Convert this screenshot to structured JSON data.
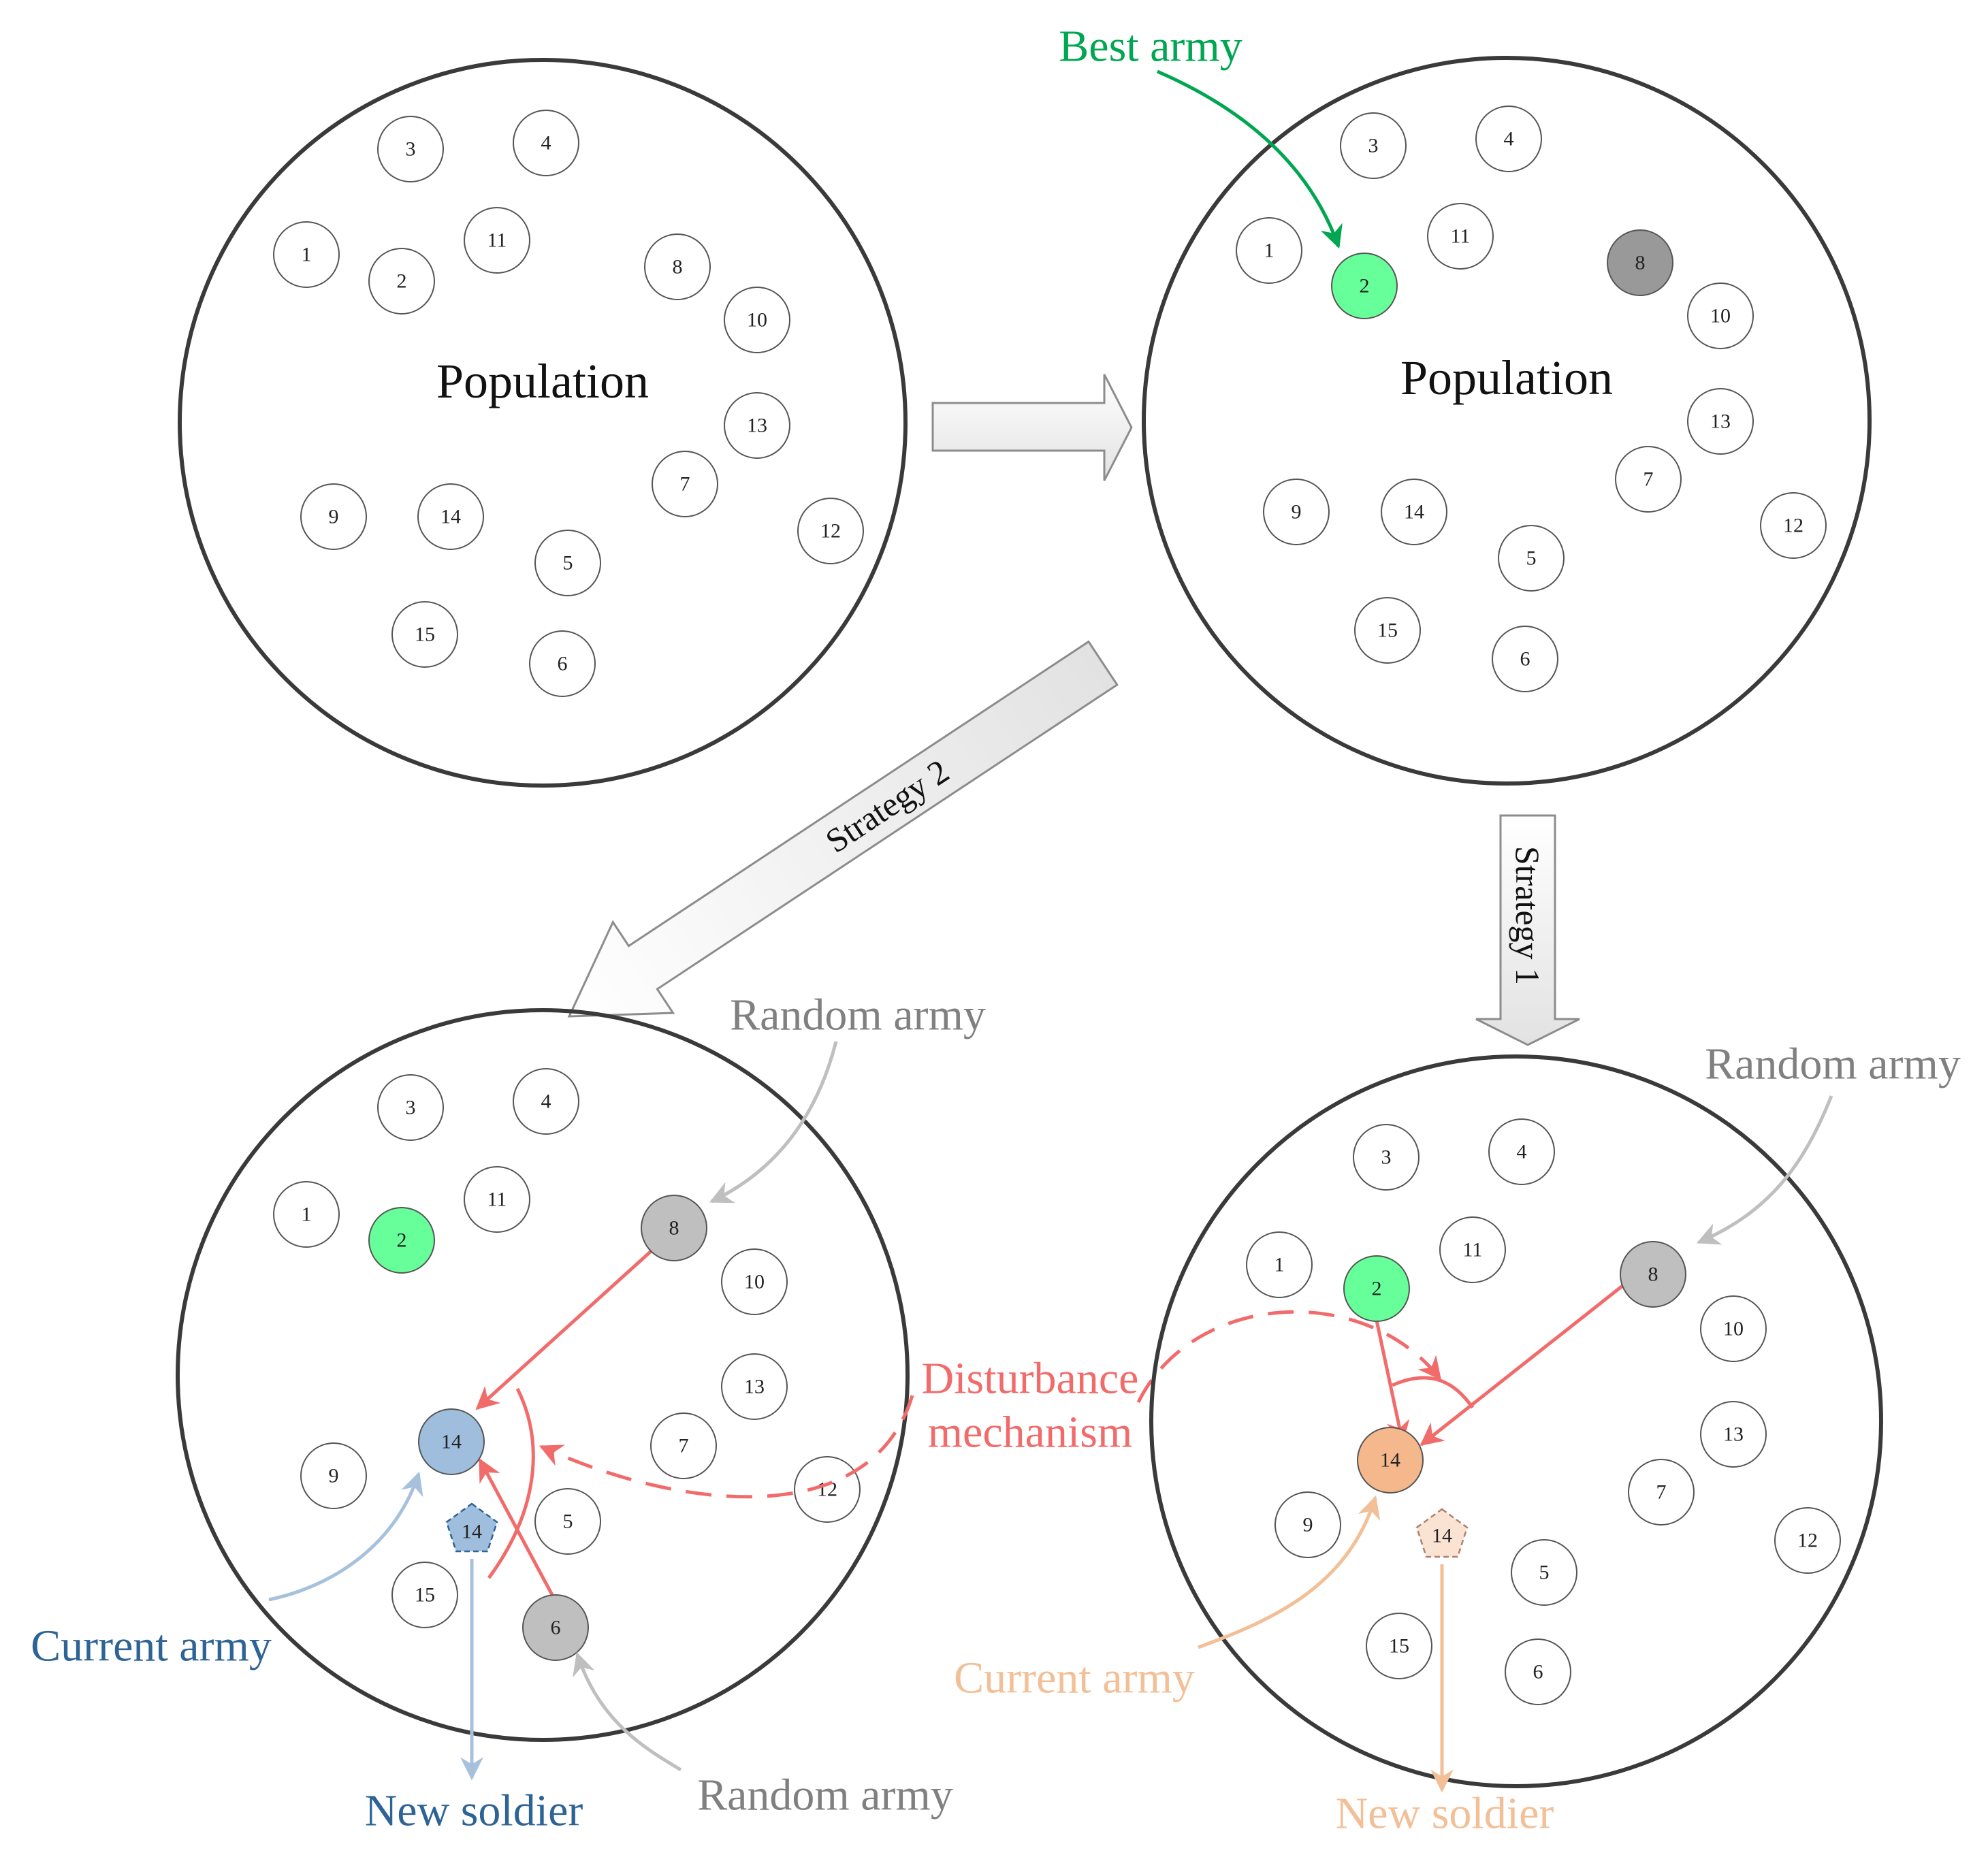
{
  "colors": {
    "best": "#00a651",
    "best_fill": "#66ff99",
    "random_text": "#808080",
    "random_arrow": "#bfbfbf",
    "gray_fill": "#bfbfbf",
    "dark_gray_fill": "#999999",
    "red": "#f26b6b",
    "blue_text": "#2e6396",
    "blue_arrow": "#a7c1dc",
    "blue_fill": "#9fbddc",
    "orange_text": "#f2bf96",
    "orange_fill": "#f5b88c",
    "orange_light": "#fbe3d3"
  },
  "panel_tl": {
    "title": "Population",
    "nodes": [
      "1",
      "2",
      "3",
      "4",
      "5",
      "6",
      "7",
      "8",
      "9",
      "10",
      "11",
      "12",
      "13",
      "14",
      "15"
    ]
  },
  "panel_tr": {
    "title": "Population",
    "nodes": [
      "1",
      "2",
      "3",
      "4",
      "5",
      "6",
      "7",
      "8",
      "9",
      "10",
      "11",
      "12",
      "13",
      "14",
      "15"
    ],
    "best_label": "Best army"
  },
  "panel_bl": {
    "nodes": [
      "1",
      "2",
      "3",
      "4",
      "5",
      "6",
      "7",
      "8",
      "9",
      "10",
      "11",
      "12",
      "13",
      "14",
      "15"
    ],
    "new_soldier_node": "14",
    "random_army_top": "Random army",
    "random_army_bottom": "Random army",
    "current_army": "Current army",
    "new_soldier": "New soldier"
  },
  "panel_br": {
    "nodes": [
      "1",
      "2",
      "3",
      "4",
      "5",
      "6",
      "7",
      "8",
      "9",
      "10",
      "11",
      "12",
      "13",
      "14",
      "15"
    ],
    "new_soldier_node": "14",
    "random_army": "Random army",
    "current_army": "Current army",
    "new_soldier": "New soldier"
  },
  "disturbance": {
    "line1": "Disturbance",
    "line2": "mechanism"
  },
  "strategy1": "Strategy 1",
  "strategy2": "Strategy 2"
}
